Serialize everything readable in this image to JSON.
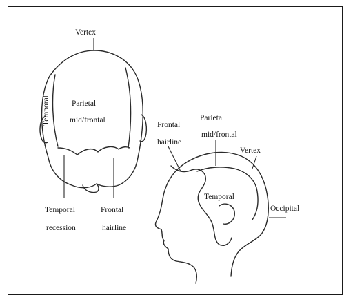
{
  "labels": {
    "top_view": {
      "vertex": "Vertex",
      "temporal": "Temporal",
      "parietal": "Parietal",
      "mid_frontal": "mid/frontal",
      "temporal_recession_1": "Temporal",
      "temporal_recession_2": "recession",
      "frontal_hairline_1": "Frontal",
      "frontal_hairline_2": "hairline"
    },
    "side_view": {
      "frontal_hairline_1": "Frontal",
      "frontal_hairline_2": "hairline",
      "parietal": "Parietal",
      "mid_frontal": "mid/frontal",
      "vertex": "Vertex",
      "temporal": "Temporal",
      "occipital": "Occipital"
    }
  }
}
